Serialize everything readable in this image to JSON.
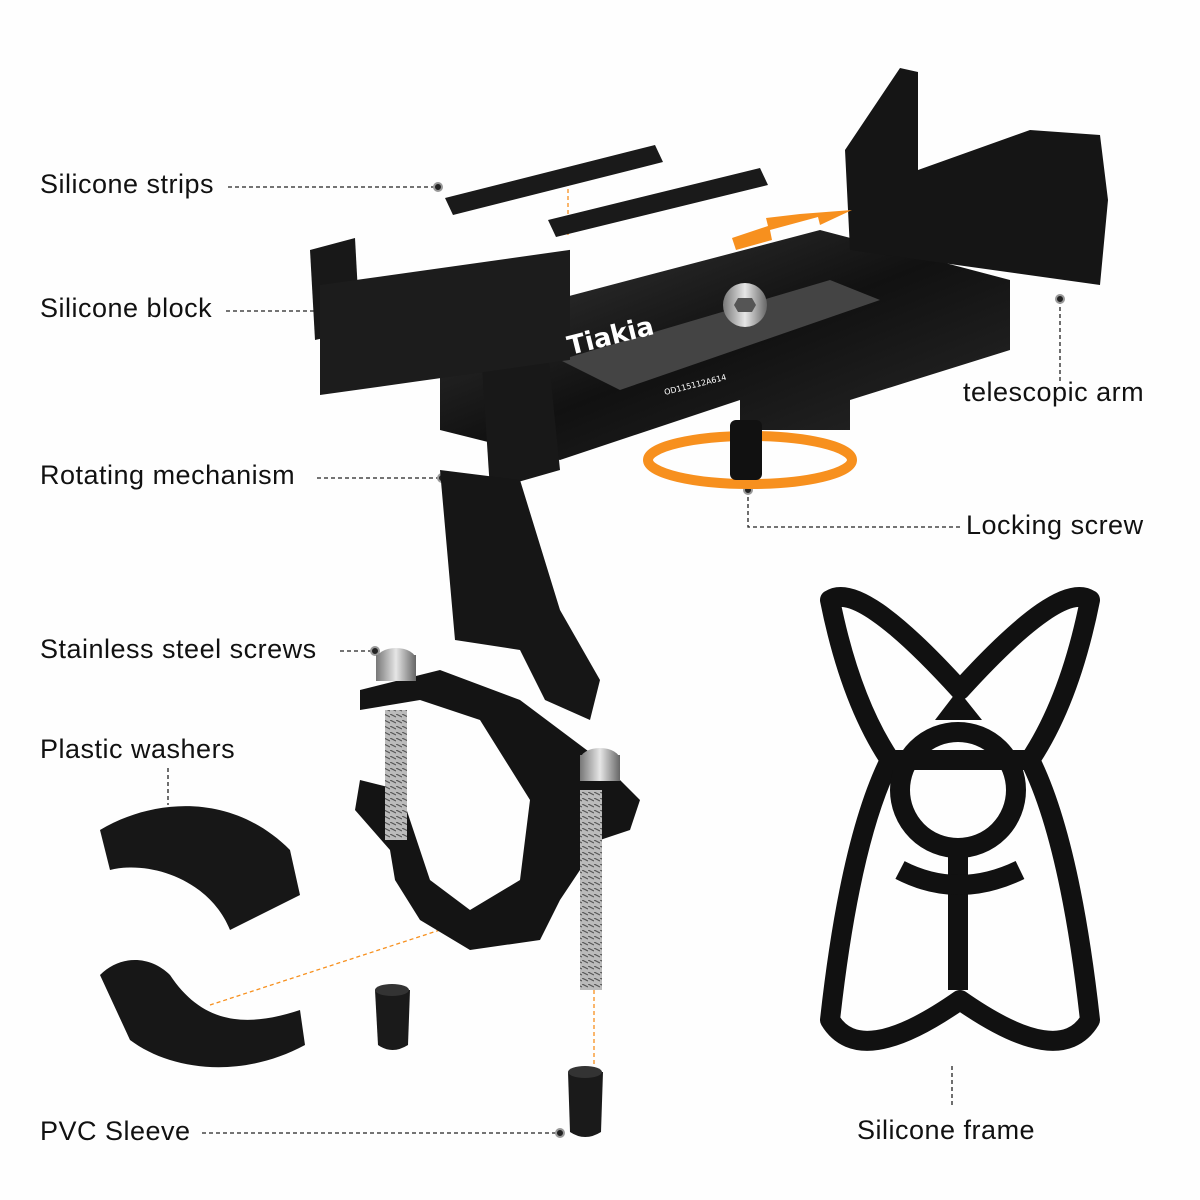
{
  "labels": {
    "silicone_strips": "Silicone strips",
    "silicone_block": "Silicone block",
    "rotating_mechanism": "Rotating mechanism",
    "stainless_steel_screws": "Stainless steel screws",
    "plastic_washers": "Plastic washers",
    "pvc_sleeve": "PVC Sleeve",
    "telescopic_arm": "telescopic arm",
    "locking_screw": "Locking screw",
    "silicone_frame": "Silicone frame"
  },
  "product": {
    "brand_mark": "Tiakia",
    "serial": "OD115112A614"
  },
  "colors": {
    "accent_orange": "#f7901e",
    "part_black": "#151515",
    "leader_line": "#222222",
    "background": "#fefefe"
  }
}
